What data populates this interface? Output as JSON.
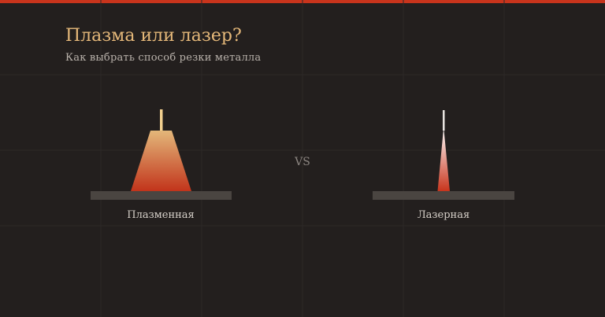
{
  "title": "Плазма или лазер?",
  "subtitle": "Как выбрать способ резки металла",
  "comparison": {
    "left_label": "Плазменная",
    "vs_label": "VS",
    "right_label": "Лазерная"
  },
  "colors": {
    "background": "#231f1e",
    "accent": "#c8341c",
    "title": "#e6b97a",
    "plate": "#4a4541"
  }
}
